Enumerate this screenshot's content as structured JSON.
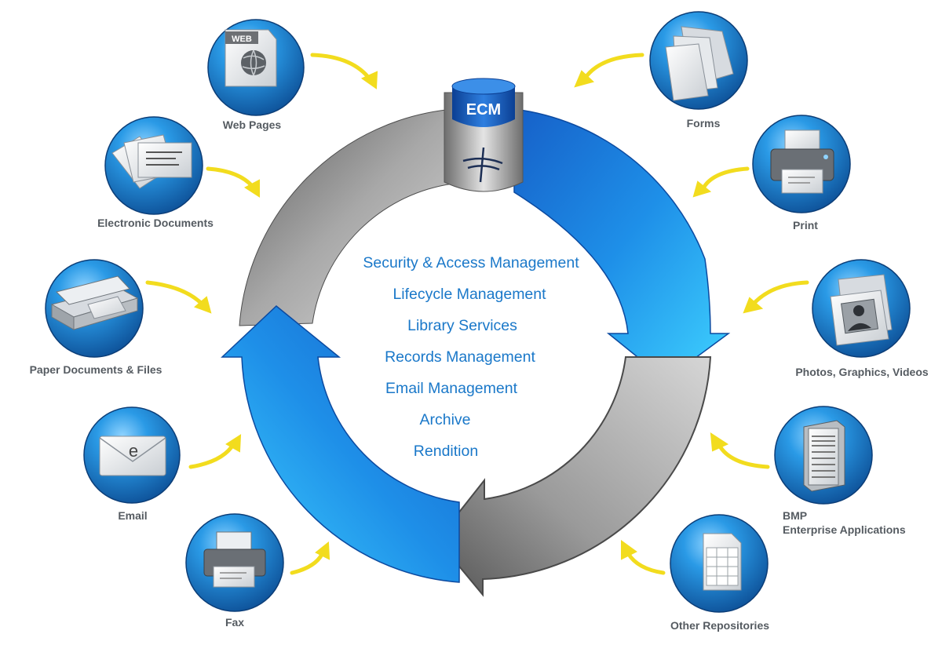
{
  "center": {
    "badge": "ECM",
    "capabilities": [
      "Security & Access Management",
      "Lifecycle Management",
      "Library Services",
      "Records Management",
      "Email Management",
      "Archive",
      "Rendition"
    ]
  },
  "sources": {
    "web_pages": {
      "label": "Web Pages",
      "icon_text": "WEB",
      "icon": "web-page-icon"
    },
    "electronic_documents": {
      "label": "Electronic Documents",
      "icon": "documents-icon"
    },
    "paper_documents": {
      "label": "Paper Documents & Files",
      "icon": "scanner-icon"
    },
    "email": {
      "label": "Email",
      "icon_text": "e",
      "icon": "envelope-icon"
    },
    "fax": {
      "label": "Fax",
      "icon": "fax-icon"
    },
    "forms": {
      "label": "Forms",
      "icon": "forms-icon"
    },
    "print": {
      "label": "Print",
      "icon": "printer-icon"
    },
    "photos": {
      "label": "Photos, Graphics, Videos",
      "icon": "photo-folder-icon"
    },
    "bmp": {
      "label_line1": "BMP",
      "label_line2": "Enterprise Applications",
      "icon": "server-icon"
    },
    "other_repositories": {
      "label": "Other Repositories",
      "icon": "spreadsheet-icon"
    }
  },
  "colors": {
    "blue_arrow": "#1e8fe8",
    "gray_arrow": "#9a9a9a",
    "feed_arrow": "#f2dc1e",
    "caption_text": "#1a78c9",
    "label_text": "#555b61",
    "bubble": "#1a80d0"
  }
}
